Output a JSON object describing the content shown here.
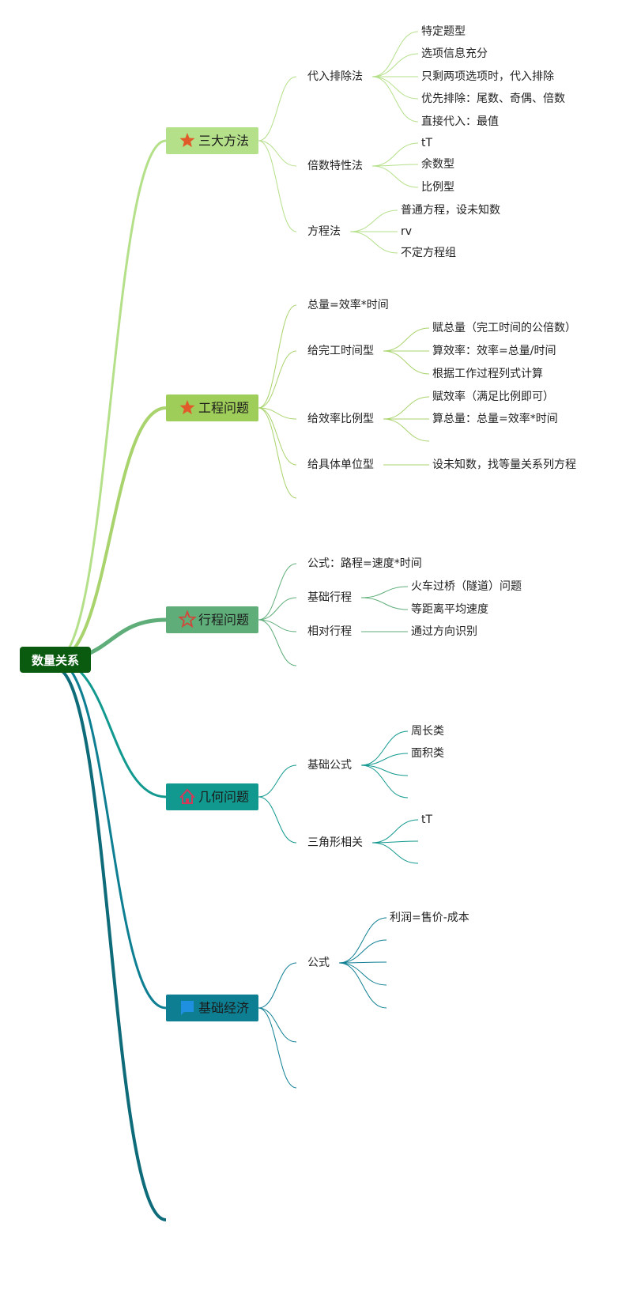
{
  "root": {
    "label": "数量关系",
    "color": "#0a5a10"
  },
  "branches": [
    {
      "label": "三大方法",
      "icon": "star-filled-icon",
      "color": "#b5e08a",
      "line": "#b5e08a",
      "children": [
        {
          "label": "代入排除法",
          "children": [
            "特定题型",
            "选项信息充分",
            "只剩两项选项时，代入排除",
            "优先排除：尾数、奇偶、倍数",
            "直接代入：最值"
          ]
        },
        {
          "label": "倍数特性法",
          "children": [
            "tT",
            "余数型",
            "比例型"
          ]
        },
        {
          "label": "方程法",
          "children": [
            "普通方程，设未知数",
            "rv",
            "不定方程组"
          ]
        }
      ]
    },
    {
      "label": "工程问题",
      "icon": "star-filled-icon",
      "color": "#9fcd5a",
      "line": "#a9d36c",
      "children": [
        {
          "label": "总量=效率*时间",
          "children": []
        },
        {
          "label": "给完工时间型",
          "children": [
            "赋总量（完工时间的公倍数）",
            "算效率：效率=总量/时间",
            "根据工作过程列式计算"
          ]
        },
        {
          "label": "给效率比例型",
          "children": [
            "赋效率（满足比例即可）",
            "算总量：总量=效率*时间",
            ""
          ]
        },
        {
          "label": "给具体单位型",
          "children": [
            "设未知数，找等量关系列方程"
          ]
        },
        {
          "label": "",
          "children": []
        }
      ]
    },
    {
      "label": "行程问题",
      "icon": "star-outline-icon",
      "color": "#5fae7a",
      "line": "#5fae7a",
      "children": [
        {
          "label": "公式：路程=速度*时间",
          "children": []
        },
        {
          "label": "基础行程",
          "children": [
            "火车过桥（隧道）问题",
            "等距离平均速度"
          ]
        },
        {
          "label": "相对行程",
          "children": [
            "通过方向识别"
          ]
        },
        {
          "label": "",
          "children": []
        }
      ]
    },
    {
      "label": "几何问题",
      "icon": "house-icon",
      "color": "#12998f",
      "line": "#12998f",
      "children": [
        {
          "label": "基础公式",
          "children": [
            "周长类",
            "面积类",
            "",
            ""
          ]
        },
        {
          "label": "三角形相关",
          "children": [
            "tT",
            "",
            ""
          ]
        }
      ]
    },
    {
      "label": "基础经济",
      "icon": "flag-icon",
      "color": "#0e7f93",
      "line": "#0e7f93",
      "children": [
        {
          "label": "公式",
          "children": [
            "利润=售价-成本",
            "",
            "",
            "",
            ""
          ]
        },
        {
          "label": "",
          "children": []
        },
        {
          "label": "",
          "children": []
        }
      ]
    }
  ],
  "tail": {
    "color": "#0e6b7a"
  }
}
